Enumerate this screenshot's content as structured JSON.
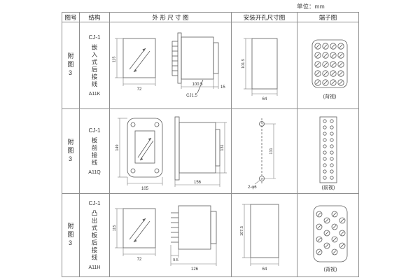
{
  "unit_label": "单位：mm",
  "table": {
    "headers": {
      "fig_no": "图号",
      "structure": "结构",
      "outline": "外 形 尺 寸 图",
      "mounting": "安装开孔尺寸图",
      "terminal": "端子图"
    },
    "rows": [
      {
        "fig_no": "附图3",
        "model": "CJ-1",
        "structure": "嵌入式后接线",
        "code": "A11K",
        "outline_dims": {
          "height": "115",
          "width": "72",
          "depth": "100.5",
          "rear": "15",
          "note": "CJ1.5"
        },
        "mount_dims": {
          "height": "101.5",
          "width": "64"
        },
        "terminal_view": "(背视)"
      },
      {
        "fig_no": "附图3",
        "model": "CJ-1",
        "structure": "板前接线",
        "code": "A11Q",
        "outline_dims": {
          "height": "149",
          "width": "105",
          "depth": "156",
          "body_height": "131"
        },
        "mount_dims": {
          "height": "131",
          "holes": "2-φ6"
        },
        "terminal_view": "(前视)"
      },
      {
        "fig_no": "附图3",
        "model": "CJ-1",
        "structure": "凸出式板后接线",
        "code": "A11H",
        "outline_dims": {
          "height": "115",
          "width": "72",
          "pin_len": "9.5",
          "depth": "126"
        },
        "mount_dims": {
          "height": "107.5",
          "width": "64"
        },
        "terminal_view": "(背视)"
      }
    ]
  }
}
